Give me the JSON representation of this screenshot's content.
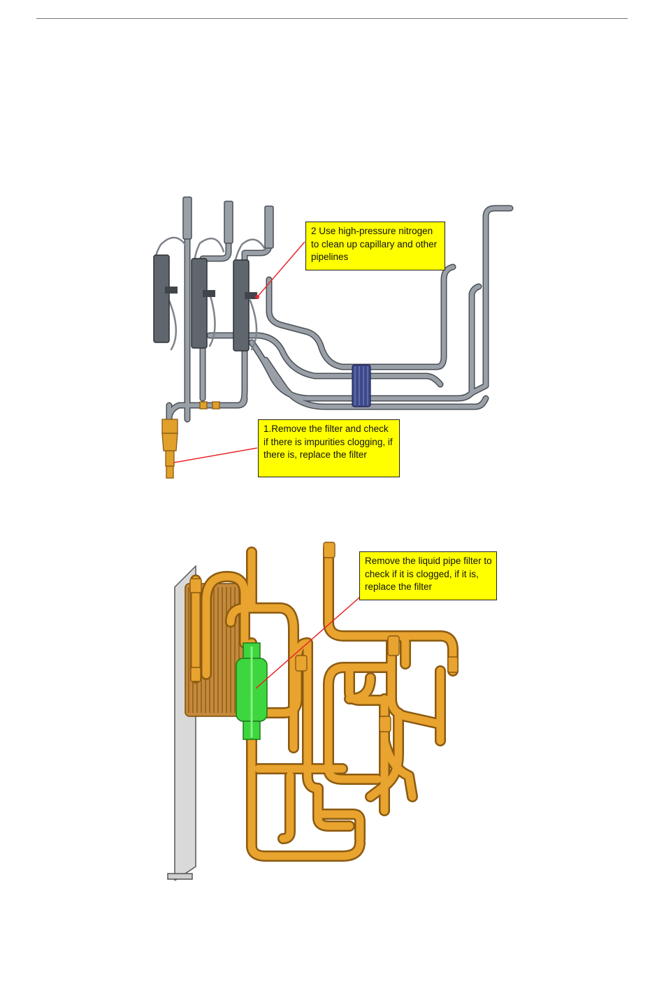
{
  "page": {
    "background": "#ffffff",
    "rule_color": "#777777"
  },
  "figure1": {
    "pipe_color": "#8e949b",
    "valve_color": "#5d636a",
    "exchanger_color": "#3d4a8a",
    "filter_color": "#e0a02a",
    "callout_top": "2 Use high-pressure nitrogen to clean up capillary and other pipelines",
    "callout_bottom": "1.Remove the filter and check if there is impurities clogging, if there is, replace the filter"
  },
  "figure2": {
    "pipe_color": "#e0a02a",
    "filter_color": "#3ed63e",
    "plate_color": "#c4893a",
    "callout": "Remove the liquid pipe filter to check if it is clogged, if it is, replace the filter"
  },
  "callout_style": {
    "fill": "#ffff00",
    "leader_color": "#e8262a"
  }
}
